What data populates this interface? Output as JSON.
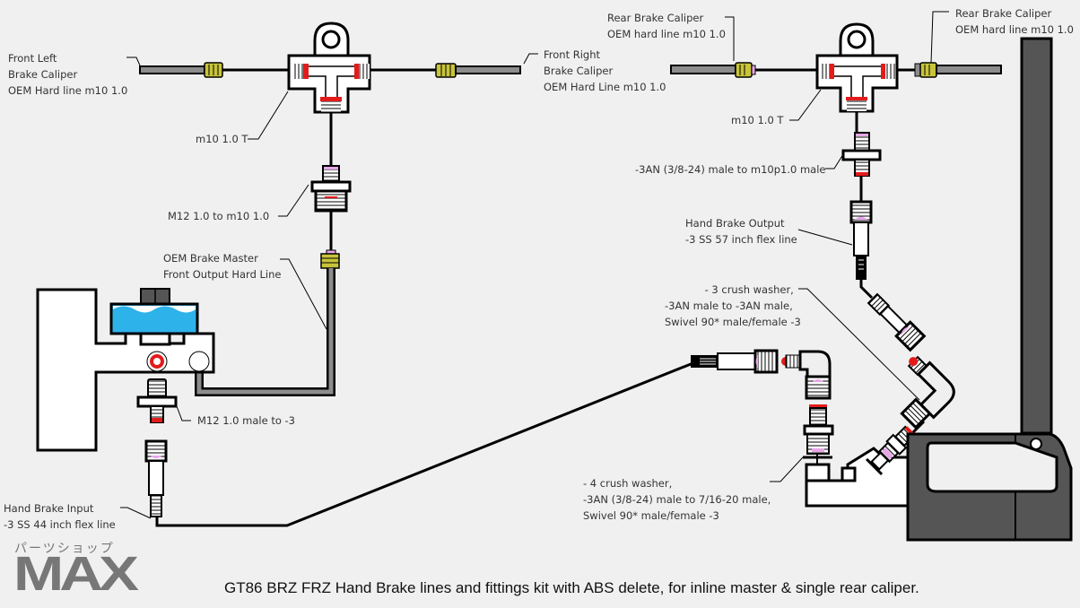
{
  "title": "GT86 BRZ FRZ Hand Brake lines and fittings kit with ABS delete, for inline master & single rear caliper.",
  "logo": {
    "kana": "パーツショップ",
    "text": "MAX"
  },
  "colors": {
    "background": "#f0f0f0",
    "line": "#000000",
    "hard_line": "#8c8c8c",
    "fitting_nut": "#c8c43a",
    "seal_red": "#e31b1b",
    "seal_pink": "#e8a6e8",
    "fluid_blue": "#2eb2ea",
    "handbrake_lever": "#555555",
    "label_text": "#333333"
  },
  "labels": {
    "front_left": [
      "Front Left",
      "Brake Caliper",
      "OEM Hard line m10 1.0"
    ],
    "front_right": [
      "Front Right",
      "Brake Caliper",
      "OEM Hard Line m10 1.0"
    ],
    "front_tee": [
      "m10 1.0 T"
    ],
    "m12_adapter": [
      "M12 1.0  to  m10 1.0"
    ],
    "master_front_output": [
      "OEM Brake Master",
      "Front Output Hard Line"
    ],
    "m12_male_to_3": [
      "M12 1.0 male to -3"
    ],
    "hand_brake_input": [
      "Hand Brake Input",
      "-3 SS 44 inch flex line"
    ],
    "rear_left": [
      "Rear Brake Caliper",
      "OEM hard line m10 1.0"
    ],
    "rear_right": [
      "Rear Brake Caliper",
      "OEM hard line m10 1.0"
    ],
    "rear_tee": [
      "m10 1.0 T"
    ],
    "an3_to_m10": [
      "-3AN (3/8-24) male to  m10p1.0 male"
    ],
    "hand_brake_output": [
      "Hand Brake Output",
      "-3 SS 57 inch flex line"
    ],
    "swivel_3": [
      "- 3 crush washer,",
      "-3AN male to -3AN male,",
      "Swivel 90* male/female -3"
    ],
    "swivel_4": [
      "- 4 crush washer,",
      "-3AN (3/8-24) male to 7/16-20 male,",
      "Swivel 90* male/female -3"
    ]
  }
}
